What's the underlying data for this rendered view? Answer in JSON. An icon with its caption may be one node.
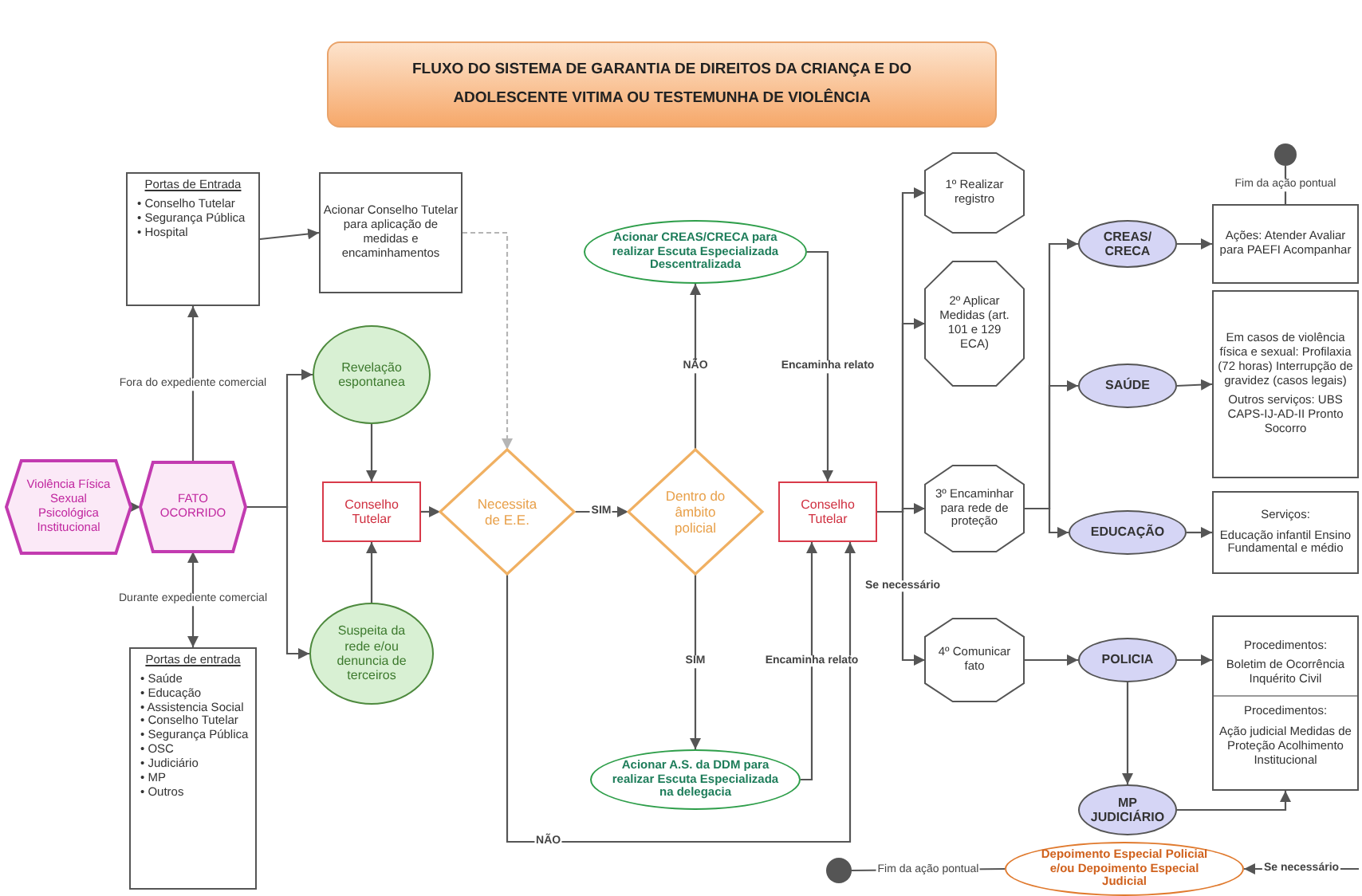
{
  "diagram": {
    "title": "FLUXO DO SISTEMA DE GARANTIA DE DIREITOS DA CRIANÇA E DO ADOLESCENTE VITIMA OU TESTEMUNHA DE VIOLÊNCIA",
    "nodes": [
      {
        "text": [
          "Violência Física Sexual Psicológica Institucional"
        ]
      },
      {
        "text": [
          "FATO OCORRIDO"
        ]
      },
      {
        "text": [
          "Portas de Entrada",
          "• Conselho Tutelar",
          "• Segurança Pública",
          "• Hospital"
        ]
      },
      {
        "text": [
          "Acionar Conselho Tutelar para aplicação de medidas e encaminhamentos"
        ]
      },
      {
        "text": [
          "Revelação espontanea"
        ]
      },
      {
        "text": [
          "Conselho Tutelar"
        ]
      },
      {
        "text": [
          "Suspeita da rede e/ou denuncia de terceiros"
        ]
      },
      {
        "text": [
          "Portas de entrada",
          "• Saúde",
          "• Educação",
          "• Assistencia Social",
          "• Conselho Tutelar",
          "• Segurança Pública",
          "• OSC",
          "• Judiciário",
          "• MP",
          "• Outros"
        ]
      },
      {
        "text": [
          "Necessita de E.E."
        ]
      },
      {
        "text": [
          "Dentro do âmbito policial"
        ]
      },
      {
        "text": [
          "Acionar CREAS/CRECA para realizar Escuta Especializada Descentralizada"
        ]
      },
      {
        "text": [
          "Conselho Tutelar"
        ]
      },
      {
        "text": [
          "Acionar A.S. da DDM para realizar Escuta Especializada na delegacia"
        ]
      },
      {
        "text": [
          "1º Realizar registro"
        ]
      },
      {
        "text": [
          "2º Aplicar Medidas (art. 101 e 129 ECA)"
        ]
      },
      {
        "text": [
          "3º Encaminhar para rede de proteção"
        ]
      },
      {
        "text": [
          "4º Comunicar fato"
        ]
      },
      {
        "text": [
          "CREAS/ CRECA"
        ]
      },
      {
        "text": [
          "SAÚDE"
        ]
      },
      {
        "text": [
          "EDUCAÇÃO"
        ]
      },
      {
        "text": [
          "POLICIA"
        ]
      },
      {
        "text": [
          "MP JUDICIÁRIO"
        ]
      },
      {
        "text": [
          "Ações: Atender Avaliar para PAEFI Acompanhar"
        ]
      },
      {
        "text": [
          "Em casos de violência física e sexual: Profilaxia (72 horas) Interrupção de gravidez (casos legais)",
          "Outros serviços: UBS CAPS-IJ-AD-II Pronto Socorro"
        ]
      },
      {
        "text": [
          "Serviços:",
          "Educação infantil Ensino Fundamental e médio"
        ]
      },
      {
        "text": [
          "Procedimentos:",
          "Boletim de Ocorrência Inquérito Civil",
          "Procedimentos:",
          "Ação judicial Medidas de Proteção Acolhimento Institucional"
        ]
      },
      {
        "text": [],
        "shape": "circle"
      },
      {
        "text": [
          "Depoimento Especial Policial e/ou Depoimento Especial Judicial"
        ]
      },
      {
        "text": [],
        "shape": "circle"
      }
    ],
    "edges": [
      {
        "from": 0,
        "to": 1,
        "arrow": "to"
      },
      {
        "from": 1,
        "to": 2,
        "arrow": "to",
        "label": "Fora do expediente comercial"
      },
      {
        "from": 1,
        "to": 7,
        "arrow": "both",
        "label": "Durante expediente comercial"
      },
      {
        "from": 1,
        "to": 4,
        "arrow": "to"
      },
      {
        "from": 1,
        "to": 6,
        "arrow": "to"
      },
      {
        "from": 2,
        "to": 3,
        "arrow": "to"
      },
      {
        "from": 3,
        "to": 8,
        "arrow": "to",
        "style": "dashed",
        "color": "#b5b5b5"
      },
      {
        "from": 4,
        "to": 5,
        "arrow": "to"
      },
      {
        "from": 6,
        "to": 5,
        "arrow": "to"
      },
      {
        "from": 5,
        "to": 8,
        "arrow": "to"
      },
      {
        "from": 8,
        "to": 9,
        "arrow": "to",
        "label": "SIM"
      },
      {
        "from": 9,
        "to": 10,
        "arrow": "to",
        "label": "NÃO"
      },
      {
        "from": 9,
        "to": 12,
        "arrow": "to",
        "label": "SIM"
      },
      {
        "from": 10,
        "to": 11,
        "arrow": "to",
        "label": "Encaminha relato"
      },
      {
        "from": 12,
        "to": 11,
        "arrow": "to",
        "label": "Encaminha relato"
      },
      {
        "from": 8,
        "to": 11,
        "arrow": "to",
        "label": "NÃO"
      },
      {
        "from": 11,
        "to": 13,
        "arrow": "to"
      },
      {
        "from": 11,
        "to": 14,
        "arrow": "to"
      },
      {
        "from": 11,
        "to": 15,
        "arrow": "to"
      },
      {
        "from": 11,
        "to": 16,
        "arrow": "to",
        "label": "Se necessário"
      },
      {
        "from": 15,
        "to": 17,
        "arrow": "to"
      },
      {
        "from": 15,
        "to": 18,
        "arrow": "to"
      },
      {
        "from": 15,
        "to": 19,
        "arrow": "to"
      },
      {
        "from": 16,
        "to": 20,
        "arrow": "to"
      },
      {
        "from": 20,
        "to": 21,
        "arrow": "to"
      },
      {
        "from": 17,
        "to": 22,
        "arrow": "to"
      },
      {
        "from": 18,
        "to": 23,
        "arrow": "to"
      },
      {
        "from": 19,
        "to": 24,
        "arrow": "to"
      },
      {
        "from": 20,
        "to": 25,
        "arrow": "to"
      },
      {
        "from": 21,
        "to": 25,
        "arrow": "to"
      },
      {
        "from": 22,
        "to": 26,
        "arrow": "none",
        "label": "Fim da ação pontual"
      },
      {
        "from": null,
        "to": 27,
        "arrow": "to",
        "label": "Se necessário"
      },
      {
        "from": 27,
        "to": 28,
        "arrow": "none",
        "label": "Fim da ação pontual"
      }
    ]
  }
}
